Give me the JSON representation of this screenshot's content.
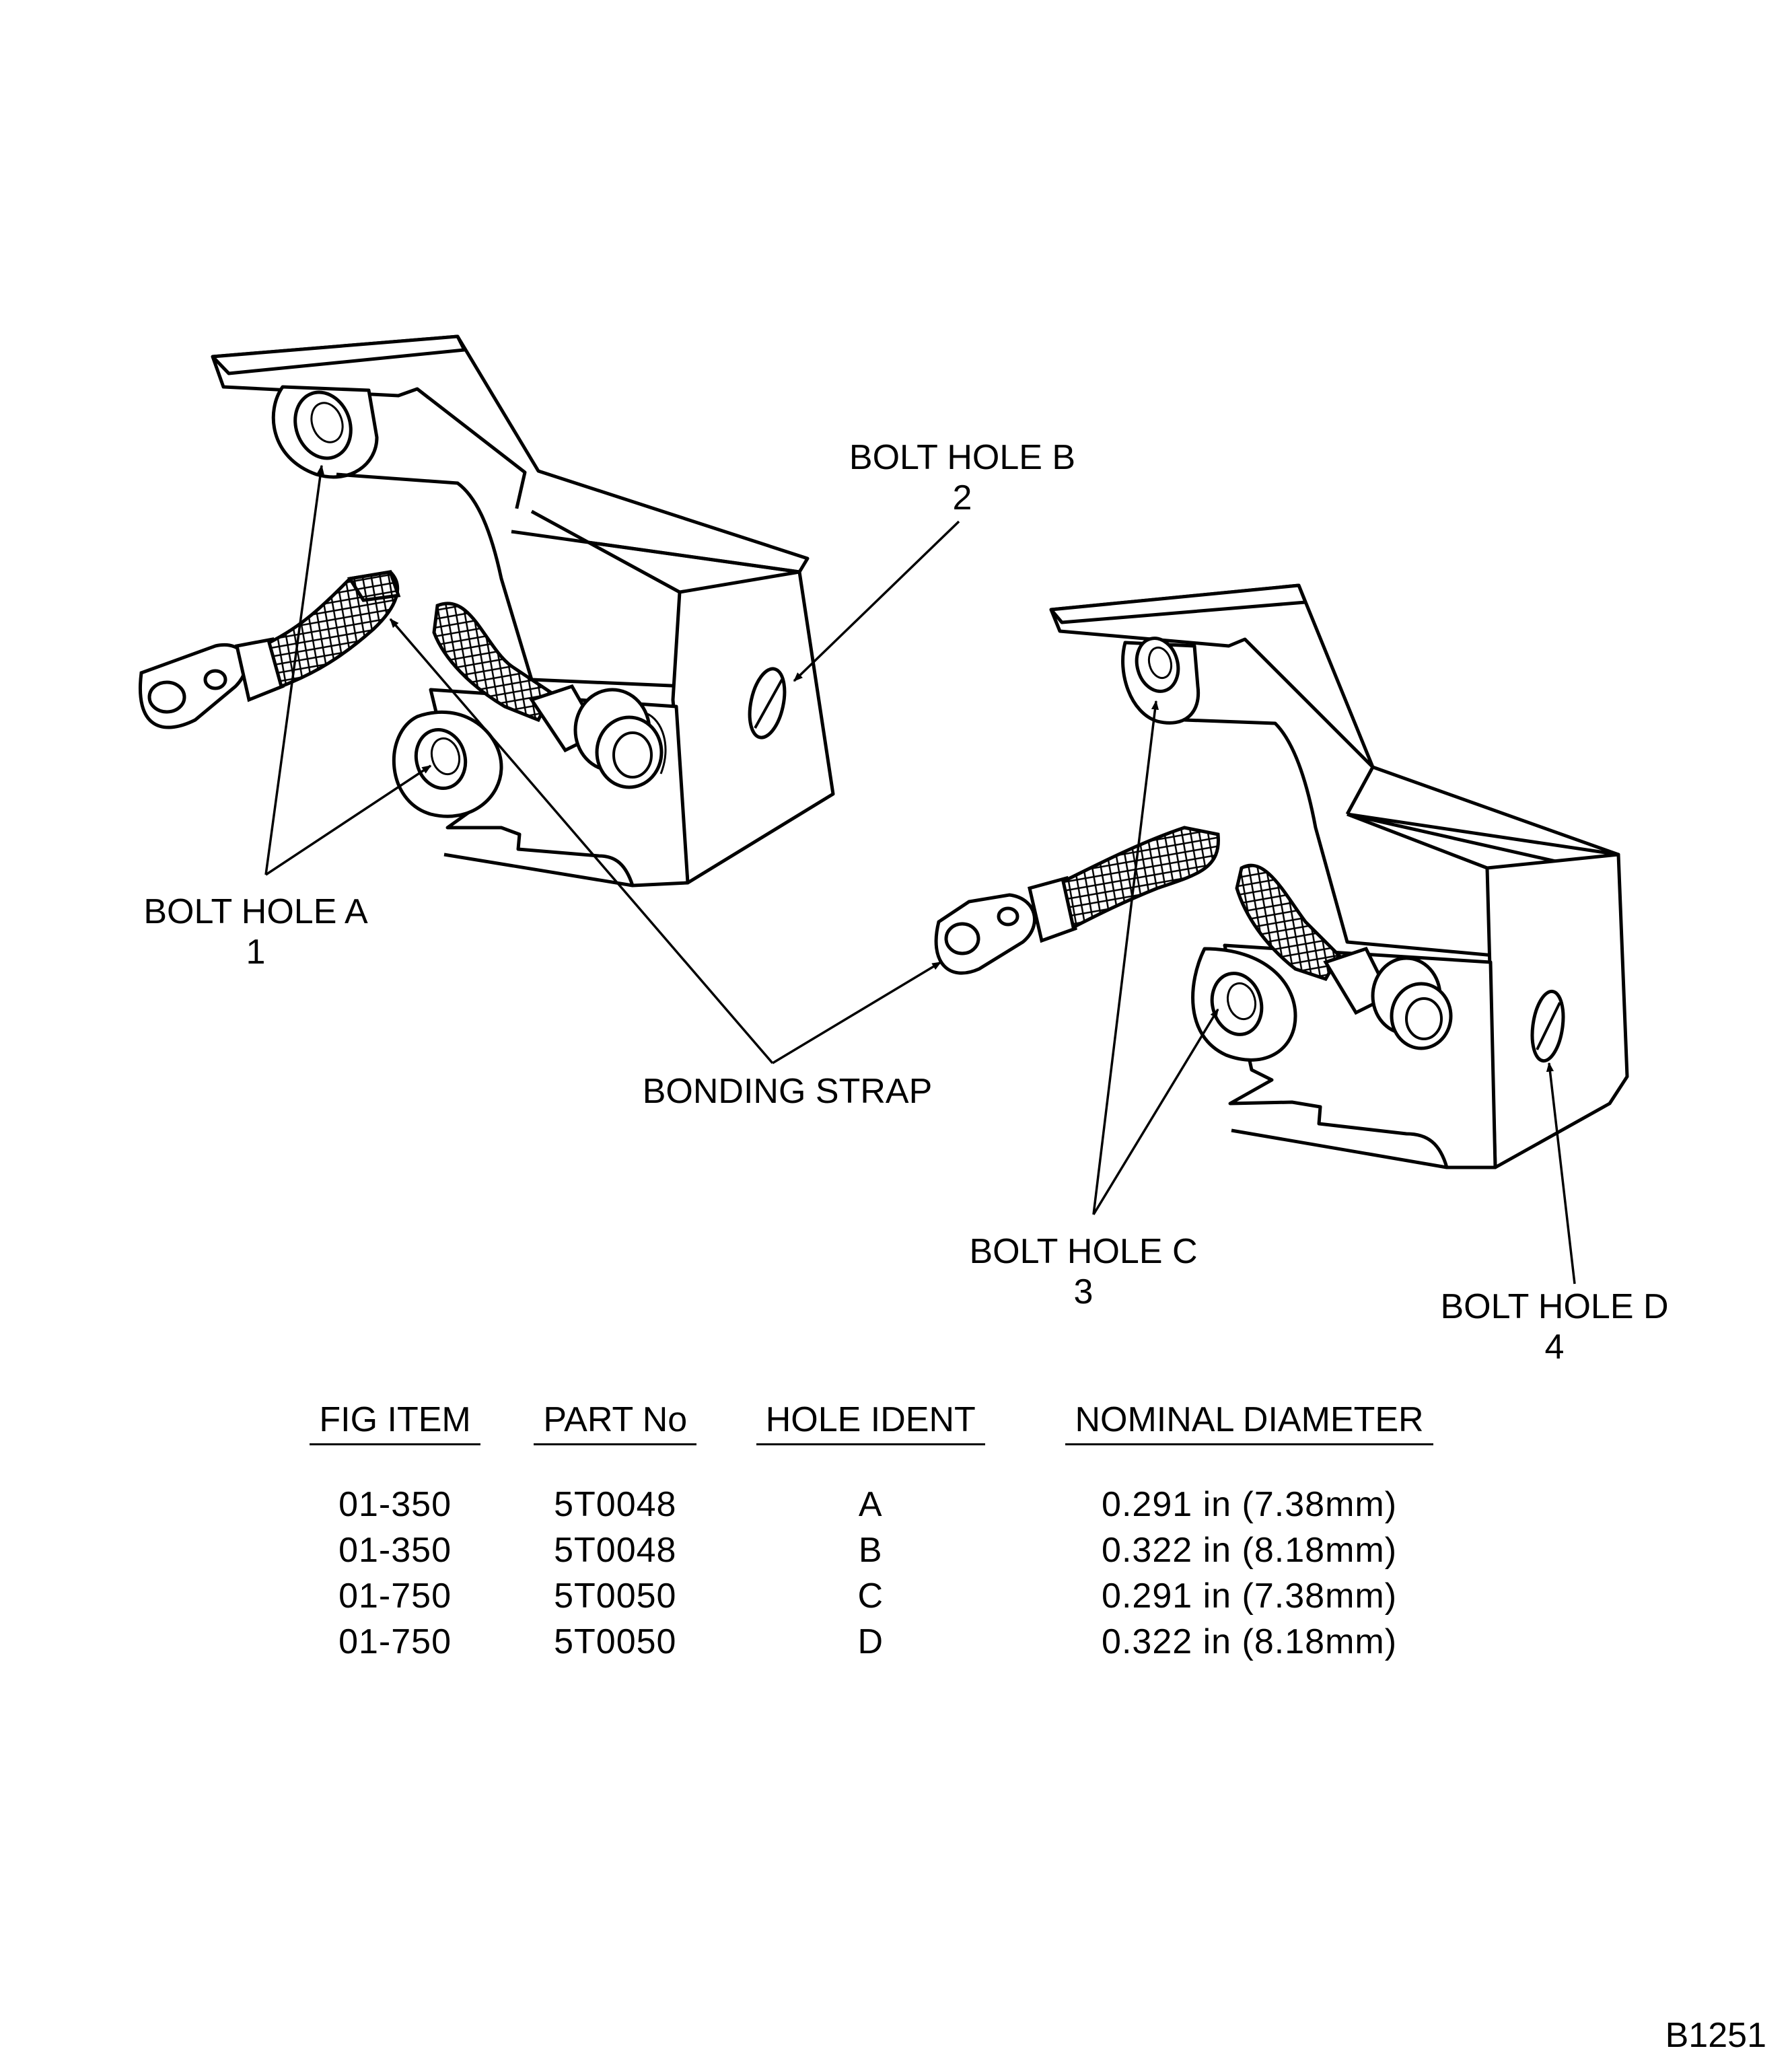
{
  "callouts": [
    {
      "label": "BOLT HOLE A",
      "number": "1"
    },
    {
      "label": "BOLT HOLE B",
      "number": "2"
    },
    {
      "label": "BOLT HOLE C",
      "number": "3"
    },
    {
      "label": "BOLT HOLE D",
      "number": "4"
    }
  ],
  "strap_label": "BONDING STRAP",
  "table": {
    "headers": [
      "FIG ITEM",
      "PART No",
      "HOLE IDENT",
      "NOMINAL DIAMETER"
    ],
    "rows": [
      [
        "01-350",
        "5T0048",
        "A",
        "0.291 in (7.38mm)"
      ],
      [
        "01-350",
        "5T0048",
        "B",
        "0.322 in (8.18mm)"
      ],
      [
        "01-750",
        "5T0050",
        "C",
        "0.291 in (7.38mm)"
      ],
      [
        "01-750",
        "5T0050",
        "D",
        "0.322 in (8.18mm)"
      ]
    ]
  },
  "figure_code": "B1251"
}
